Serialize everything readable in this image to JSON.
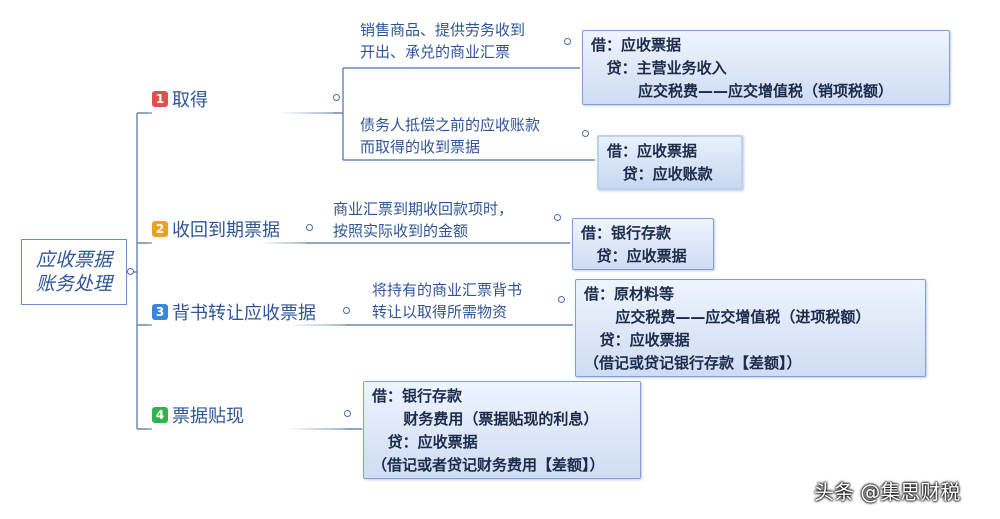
{
  "root": {
    "line1": "应收票据",
    "line2": "账务处理"
  },
  "branches": [
    {
      "num": "1",
      "badge_color": "#e05050",
      "label": "取得",
      "topics": [
        {
          "line1": "销售商品、提供劳务收到",
          "line2": "开出、承兑的商业汇票",
          "entry": [
            "借：应收票据",
            "   贷：主营业务收入",
            "         应交税费——应交增值税（销项税额）"
          ]
        },
        {
          "line1": "债务人抵偿之前的应收账款",
          "line2": "而取得的收到票据",
          "entry": [
            "借：应收票据",
            "   贷：应收账款"
          ]
        }
      ]
    },
    {
      "num": "2",
      "badge_color": "#f0a020",
      "label": "收回到期票据",
      "topics": [
        {
          "line1": "商业汇票到期收回款项时，",
          "line2": "按照实际收到的金额",
          "entry": [
            "借：银行存款",
            "   贷：应收票据"
          ]
        }
      ]
    },
    {
      "num": "3",
      "badge_color": "#3a86d8",
      "label": "背书转让应收票据",
      "topics": [
        {
          "line1": "将持有的商业汇票背书",
          "line2": "转让以取得所需物资",
          "entry": [
            "借：原材料等",
            "      应交税费——应交增值税（进项税额）",
            "   贷：应收票据",
            "（借记或贷记银行存款【差额】）"
          ]
        }
      ]
    },
    {
      "num": "4",
      "badge_color": "#2fb34a",
      "label": "票据贴现",
      "entry": [
        "借：银行存款",
        "      财务费用（票据贴现的利息）",
        "   贷：应收票据",
        "（借记或者贷记财务费用【差额】）"
      ]
    }
  ],
  "watermark": "头条 @集思财税"
}
